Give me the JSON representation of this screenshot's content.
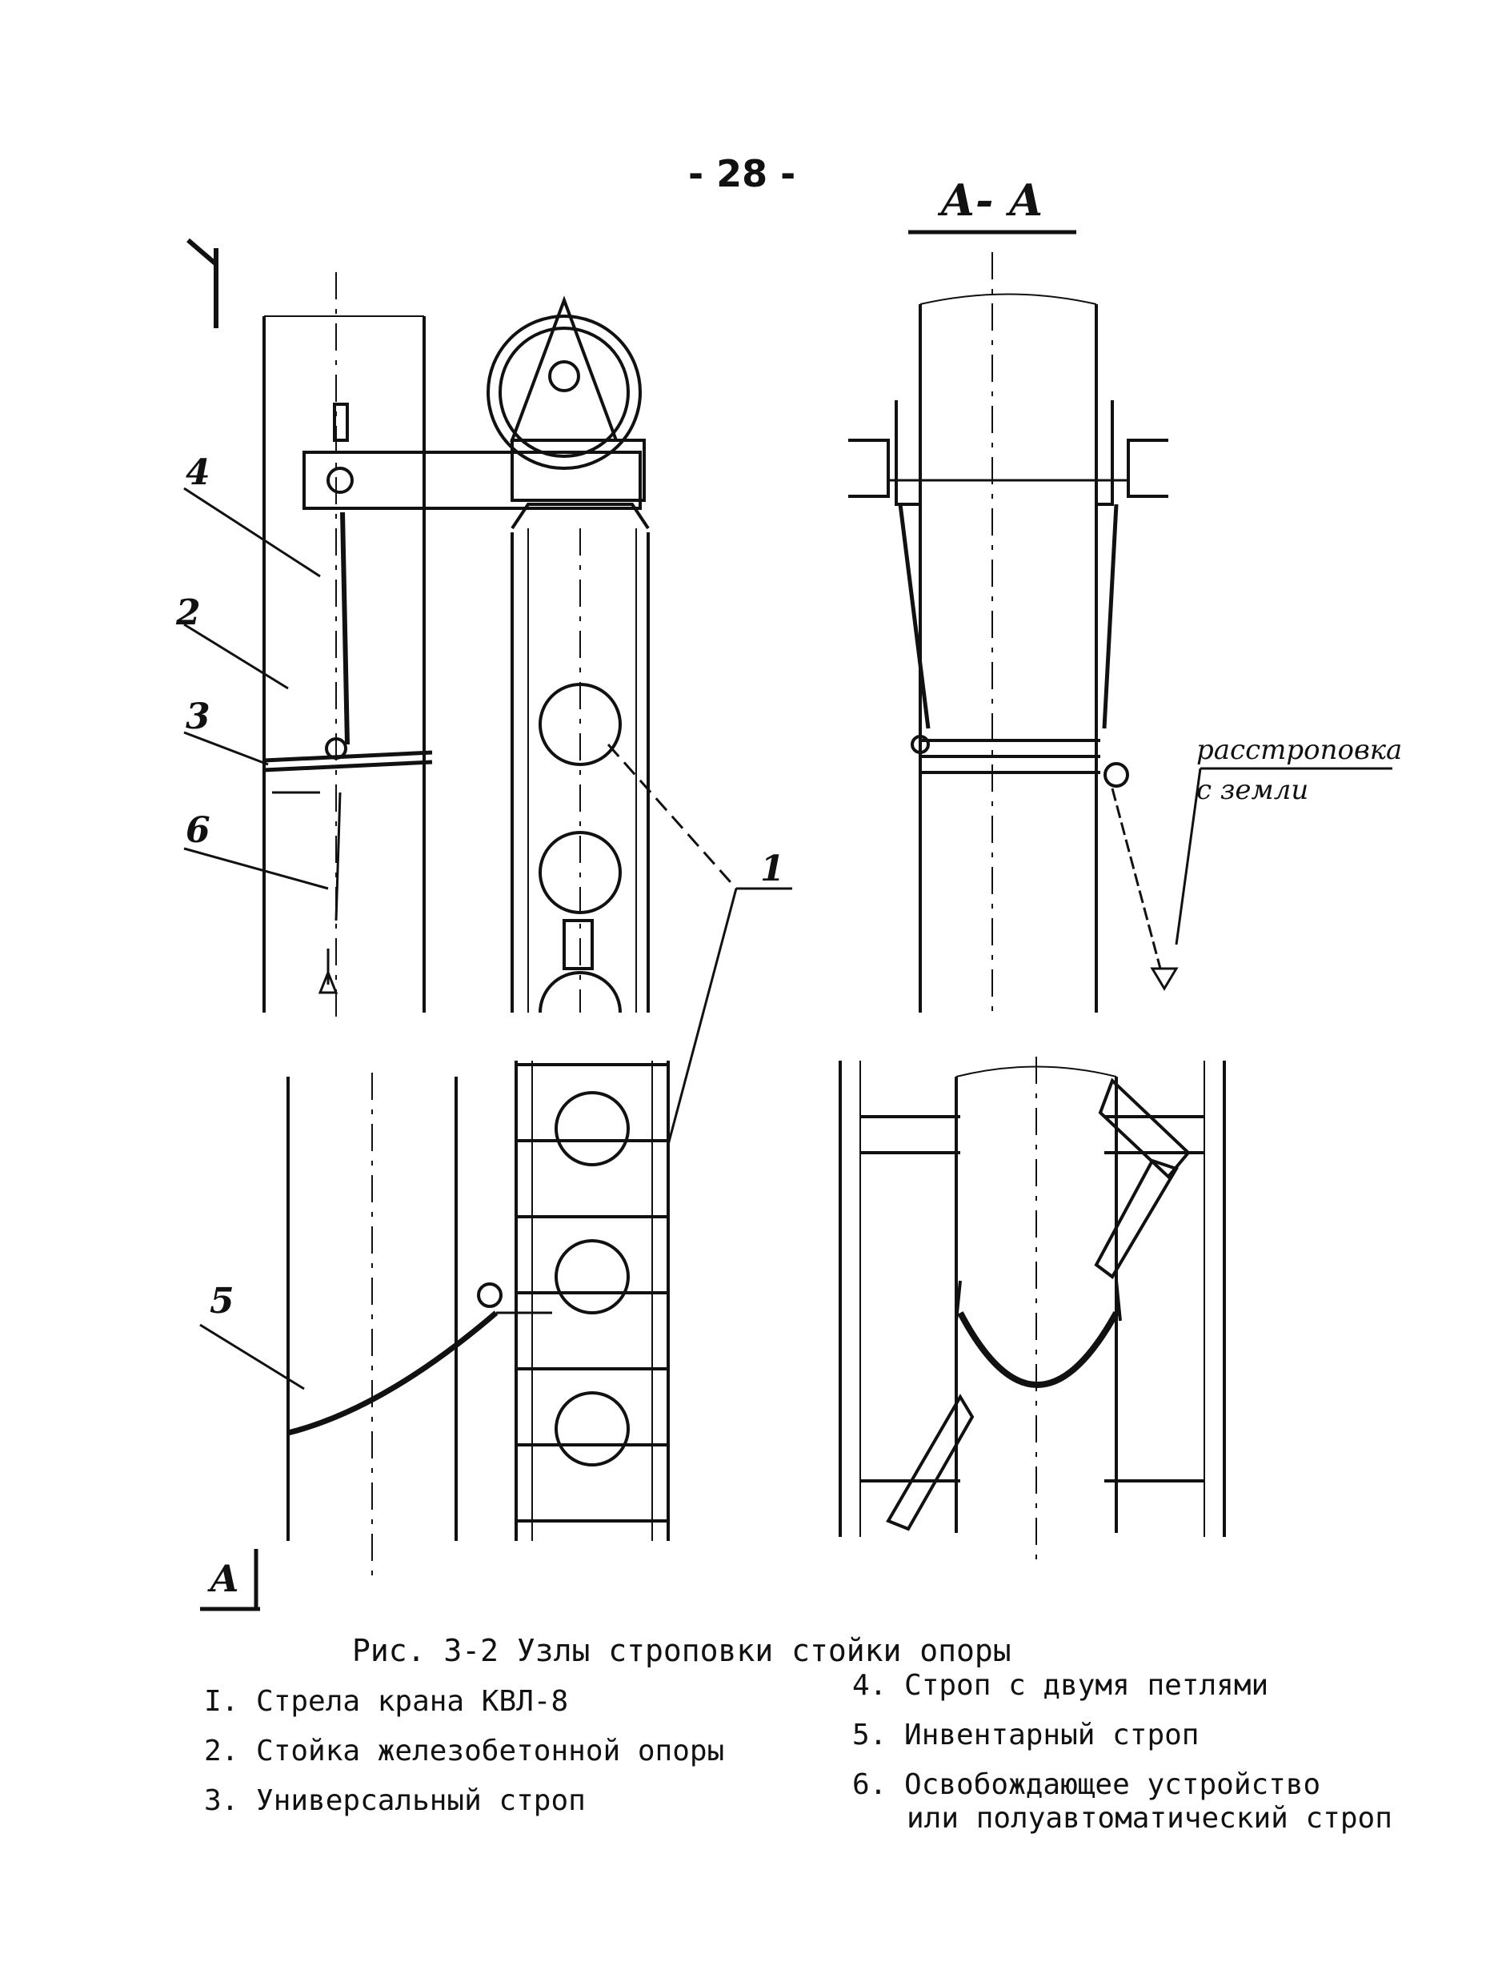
{
  "page": {
    "number": "- 28 -"
  },
  "drawing": {
    "section_label": "А- А",
    "section_mark": "А",
    "callouts": [
      "4",
      "2",
      "3",
      "6",
      "5",
      "1"
    ],
    "note_lines": [
      "расстроповка",
      "с земли"
    ]
  },
  "caption": "Рис. 3-2  Узлы строповки стойки опоры",
  "legend": [
    {
      "label": "I. Стрела крана КВЛ-8"
    },
    {
      "label": "2. Стойка железобетонной опоры"
    },
    {
      "label": "3. Универсальный строп"
    },
    {
      "label": "4. Строп с двумя петлями"
    },
    {
      "label": "5. Инвентарный строп"
    },
    {
      "label": "6. Освобождающее устройство"
    },
    {
      "label": "или полуавтоматический строп"
    }
  ]
}
